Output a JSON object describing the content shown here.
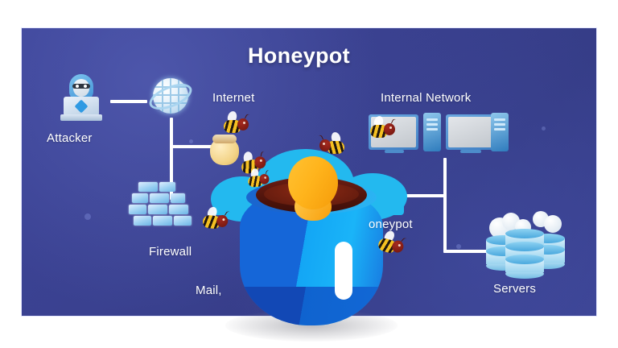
{
  "diagram": {
    "title": "Honeypot",
    "background_color": "#3a4190",
    "border_color": "#e6e9ff",
    "canvas_color": "#ffffff",
    "accent_cloud_color": "#23b9ef",
    "jar_color": "#1566d8",
    "jar_highlight_color": "#1ab4f8",
    "honey_color": "#ffb41c",
    "nodes": [
      {
        "id": "attacker",
        "label": "Attacker",
        "icon": "hacker-laptop-icon"
      },
      {
        "id": "internet",
        "label": "Internet",
        "icon": "globe-icon"
      },
      {
        "id": "firewall",
        "label": "Firewall",
        "icon": "brick-wall-icon"
      },
      {
        "id": "honeypot",
        "label": "oneypot",
        "icon": "honey-jar-icon"
      },
      {
        "id": "mail",
        "label": "Mail,",
        "icon": "mail-label"
      },
      {
        "id": "internal-network",
        "label": "Internal Network",
        "icon": "monitors-servers-icon"
      },
      {
        "id": "servers",
        "label": "Servers",
        "icon": "database-cloud-icon"
      }
    ],
    "connections": [
      {
        "from": "attacker",
        "to": "internet"
      },
      {
        "from": "internet",
        "to": "firewall"
      },
      {
        "from": "internet",
        "to": "honeypot"
      },
      {
        "from": "internal-network",
        "to": "honeypot"
      },
      {
        "from": "internal-network",
        "to": "servers"
      }
    ],
    "decorations": {
      "bee_count": 7,
      "honey_pot_icon": "honey-pot-icon"
    }
  }
}
